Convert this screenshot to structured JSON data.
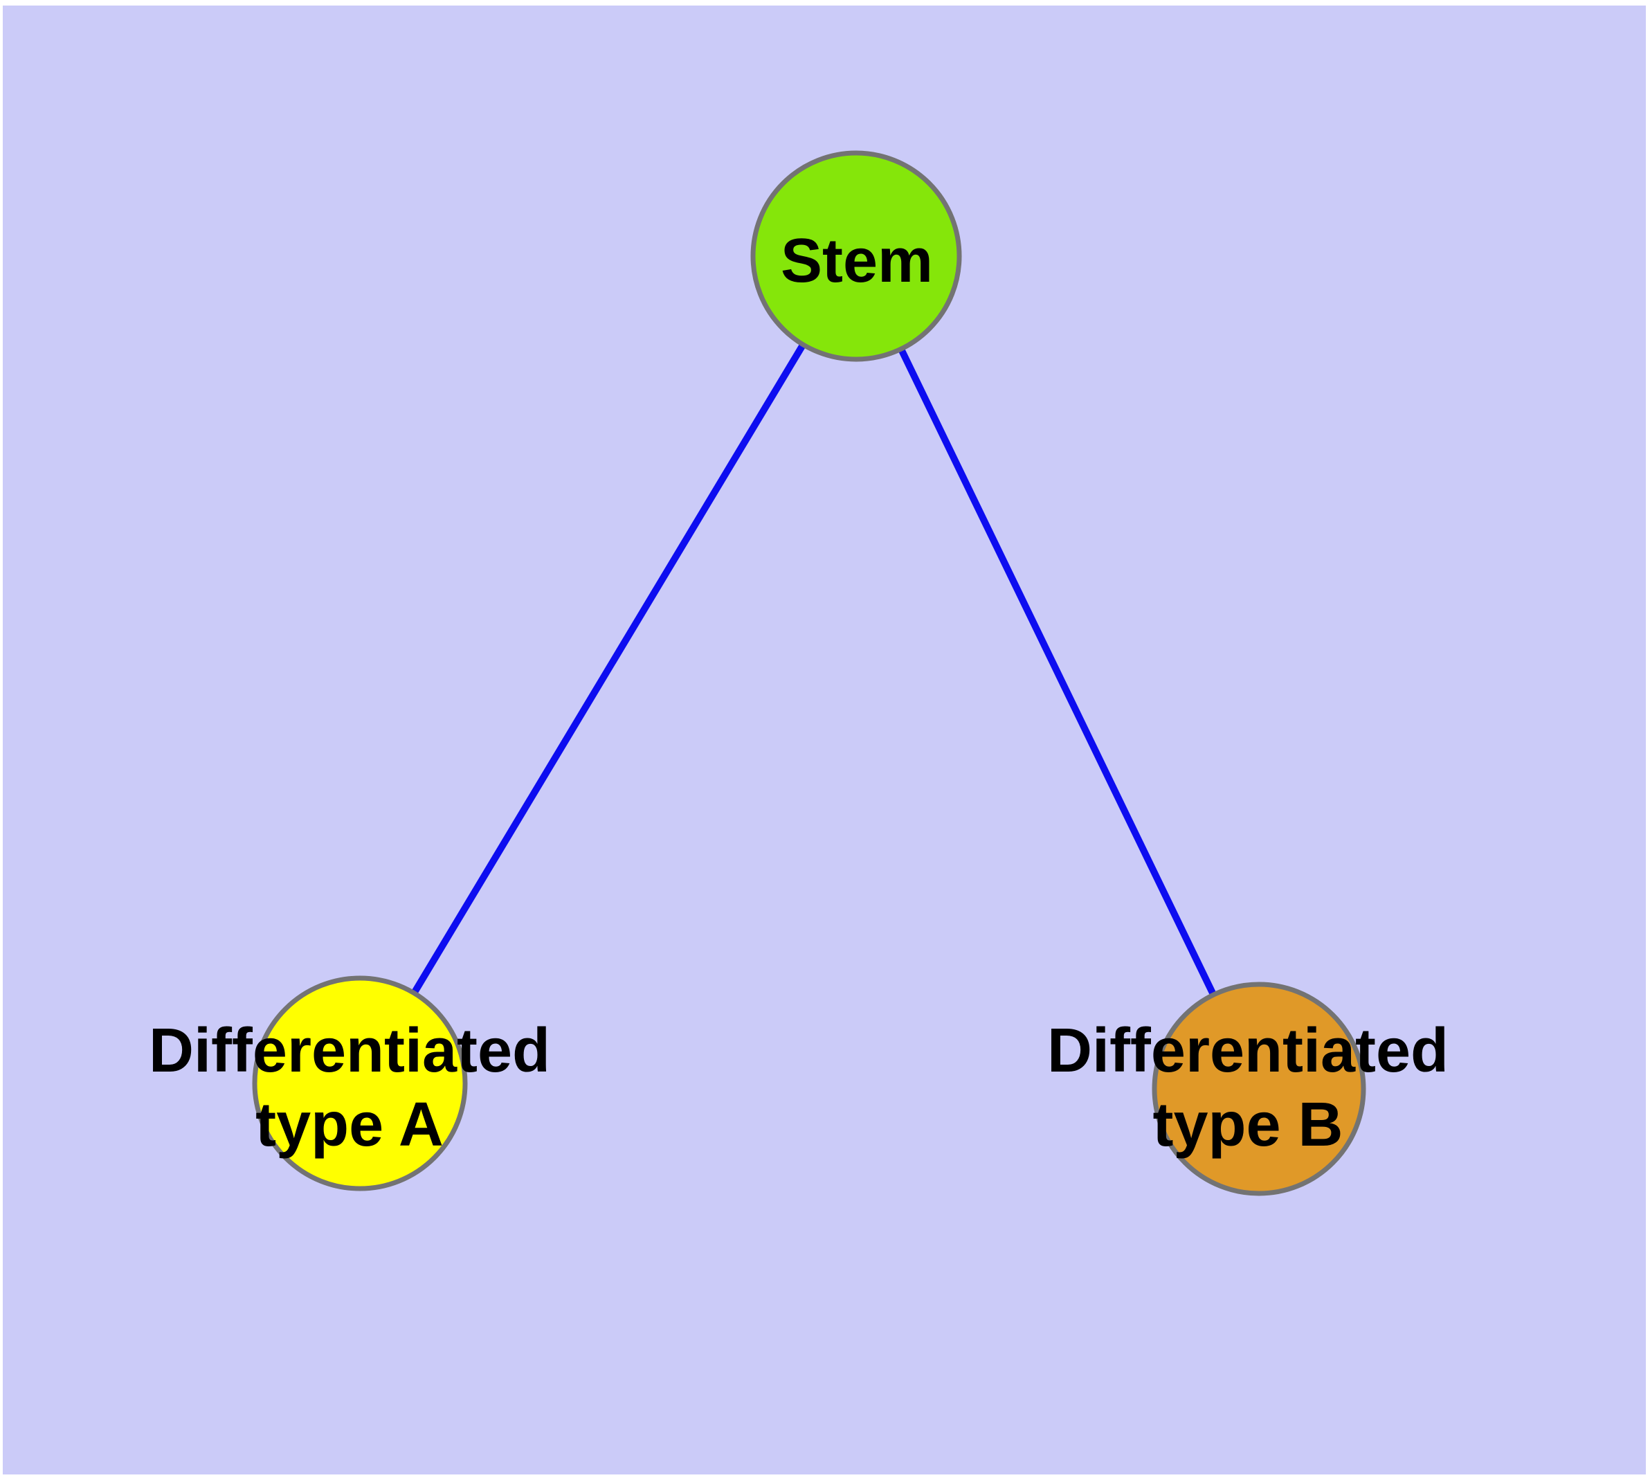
{
  "diagram": {
    "type": "graph",
    "description": "Stem cell differentiation diagram with three nodes and two edges",
    "background_color": "#CBCBF8",
    "page_margin_color": "#FFFFFF",
    "edge_color": "#0D0DF0",
    "node_border_color": "#737373",
    "label_color": "#000000",
    "nodes": {
      "stem": {
        "label": "Stem",
        "color": "#85E60A"
      },
      "type_a": {
        "label_line1": "Differentiated",
        "label_line2": "type A",
        "color": "#FFFF00"
      },
      "type_b": {
        "label_line1": "Differentiated",
        "label_line2": "type B",
        "color": "#E09928"
      }
    },
    "edges": [
      {
        "from": "Stem",
        "to": "Differentiated type A"
      },
      {
        "from": "Stem",
        "to": "Differentiated type B"
      }
    ]
  }
}
